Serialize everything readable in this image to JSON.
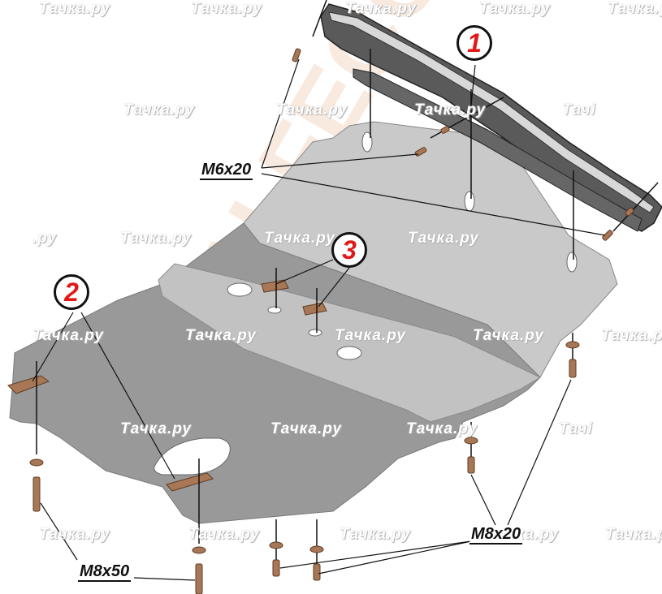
{
  "watermark_text": "Тачка.ру",
  "watermark_partial": ".ру",
  "watermark_cut": "Тачі",
  "brand_text": "ALFECO",
  "callouts": [
    {
      "number": "1",
      "target": "side-rail-guard"
    },
    {
      "number": "2",
      "target": "bracket-rear"
    },
    {
      "number": "3",
      "target": "bracket-center"
    }
  ],
  "bolt_labels": {
    "m6x20": "M6x20",
    "m8x20": "M8x20",
    "m8x50": "M8x50"
  },
  "colors": {
    "plate": "#9a9a9a",
    "plate_light": "#c8c8c8",
    "rail": "#444444",
    "bracket": "#a87856",
    "bolt": "#a87856",
    "callout_text": "#e01818"
  }
}
